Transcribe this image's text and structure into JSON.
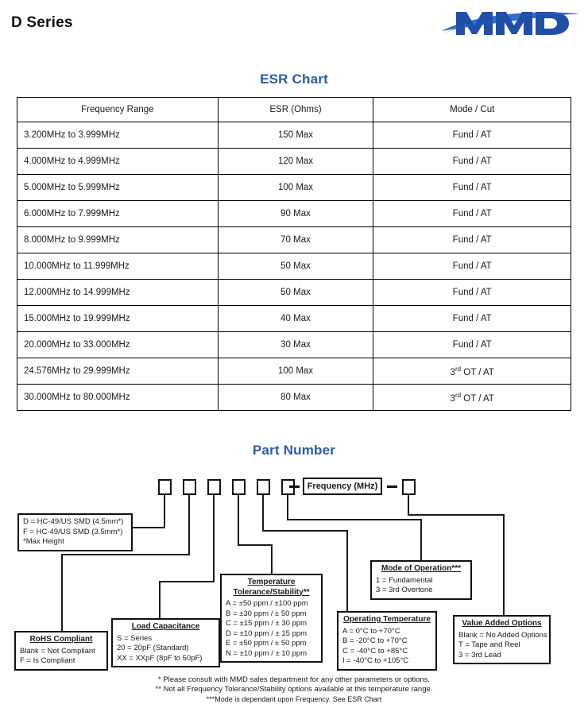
{
  "header": {
    "title": "D Series",
    "logo_text": "MMD",
    "logo_color": "#1f4fa8",
    "accent_color": "#2b5ba8"
  },
  "esr_section": {
    "heading": "ESR Chart",
    "columns": [
      "Frequency Range",
      "ESR (Ohms)",
      "Mode / Cut"
    ],
    "rows": [
      {
        "frequency": "3.200MHz to 3.999MHz",
        "esr": "150 Max",
        "mode": "Fund / AT",
        "mode_sup": ""
      },
      {
        "frequency": "4.000MHz to 4.999MHz",
        "esr": "120 Max",
        "mode": "Fund / AT",
        "mode_sup": ""
      },
      {
        "frequency": "5.000MHz to 5.999MHz",
        "esr": "100 Max",
        "mode": "Fund / AT",
        "mode_sup": ""
      },
      {
        "frequency": "6.000MHz to 7.999MHz",
        "esr": "90 Max",
        "mode": "Fund / AT",
        "mode_sup": ""
      },
      {
        "frequency": "8.000MHz to 9.999MHz",
        "esr": "70 Max",
        "mode": "Fund / AT",
        "mode_sup": ""
      },
      {
        "frequency": "10.000MHz to 11.999MHz",
        "esr": "50 Max",
        "mode": "Fund / AT",
        "mode_sup": ""
      },
      {
        "frequency": "12.000MHz to 14.999MHz",
        "esr": "50 Max",
        "mode": "Fund / AT",
        "mode_sup": ""
      },
      {
        "frequency": "15.000MHz to 19.999MHz",
        "esr": "40 Max",
        "mode": "Fund / AT",
        "mode_sup": ""
      },
      {
        "frequency": "20.000MHz to 33.000MHz",
        "esr": "30 Max",
        "mode": "Fund / AT",
        "mode_sup": ""
      },
      {
        "frequency": "24.576MHz to 29.999MHz",
        "esr": "100 Max",
        "mode": "3|rd| OT / AT",
        "mode_sup": "rd"
      },
      {
        "frequency": "30.000MHz to 80.000MHz",
        "esr": "80 Max",
        "mode": "3|rd| OT / AT",
        "mode_sup": "rd"
      }
    ]
  },
  "part_number": {
    "heading": "Part Number",
    "code_boxes": [
      "",
      "",
      "",
      "",
      "",
      ""
    ],
    "separator": "—",
    "frequency_field": "Frequency (MHz)",
    "trailing_box": "",
    "legends": {
      "package": {
        "title": "",
        "rows": [
          "D = HC-49/US SMD (4.5mm*)",
          "F = HC-49/US SMD (3.5mm*)",
          "*Max Height"
        ]
      },
      "rohs": {
        "title": "RoHS Compliant",
        "rows": [
          "Blank = Not Compliant",
          "F = Is Compliant"
        ]
      },
      "load_capacitance": {
        "title": "Load Capacitance",
        "rows": [
          "S = Series",
          "20 = 20pF (Standard)",
          "XX = XXpF (8pF to 50pF)"
        ]
      },
      "temperature_tolerance": {
        "title_line1": "Temperature",
        "title_line2": "Tolerance/Stability**",
        "rows": [
          "A = ±50 ppm / ±100 ppm",
          "B = ±30 ppm / ±  50 ppm",
          "C = ±15 ppm / ±  30 ppm",
          "D = ±10 ppm / ±  15 ppm",
          "E = ±50 ppm / ±  50 ppm",
          "N = ±10 ppm / ±  10 ppm"
        ]
      },
      "operating_temperature": {
        "title": "Operating Temperature",
        "rows": [
          "A =   0°C to +70°C",
          "B = -20°C to +70°C",
          "C = -40°C to +85°C",
          "I  = -40°C to +105°C"
        ]
      },
      "mode_of_operation": {
        "title": "Mode of Operation***",
        "rows": [
          "1 = Fundamental",
          "3 = 3rd Overtone"
        ]
      },
      "value_added_options": {
        "title": "Value Added Options",
        "rows": [
          "Blank = No Added Options",
          "T = Tape and Reel",
          "3 = 3rd Lead"
        ]
      }
    }
  },
  "footnotes": [
    "* Please consult with MMD sales department for any other parameters or options.",
    "** Not all Frequency Tolerance/Stability options available at this temperature range.",
    "***Mode is dependant upon Frequency. See ESR Chart"
  ]
}
